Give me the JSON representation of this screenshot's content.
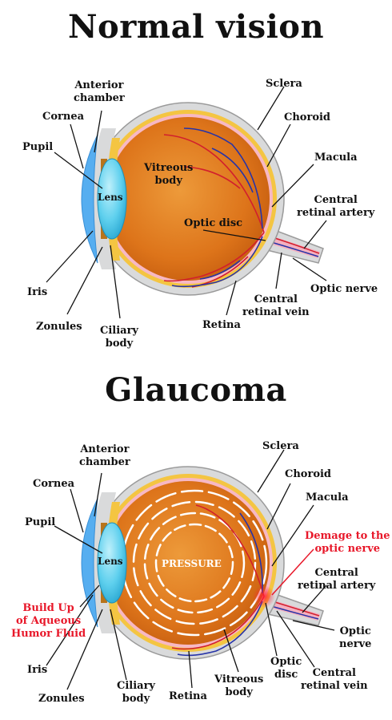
{
  "normal": {
    "title": "Normal vision",
    "labels": {
      "anterior_chamber_1": "Anterior",
      "anterior_chamber_2": "chamber",
      "cornea": "Cornea",
      "pupil": "Pupil",
      "lens": "Lens",
      "iris": "Iris",
      "zonules": "Zonules",
      "ciliary_body_1": "Ciliary",
      "ciliary_body_2": "body",
      "vitreous_body_1": "Vitreous",
      "vitreous_body_2": "body",
      "optic_disc": "Optic disc",
      "sclera": "Sclera",
      "choroid": "Choroid",
      "macula": "Macula",
      "central_retinal_artery_1": "Central",
      "central_retinal_artery_2": "retinal artery",
      "optic_nerve": "Optic nerve",
      "central_retinal_vein_1": "Central",
      "central_retinal_vein_2": "retinal vein",
      "retina": "Retina"
    }
  },
  "glaucoma": {
    "title": "Glaucoma",
    "labels": {
      "anterior_chamber_1": "Anterior",
      "anterior_chamber_2": "chamber",
      "cornea": "Cornea",
      "pupil": "Pupil",
      "lens": "Lens",
      "pressure": "PRESSURE",
      "build_up_1": "Build Up",
      "build_up_2": "of Aqueous",
      "build_up_3": "Humor Fluid",
      "iris": "Iris",
      "zonules": "Zonules",
      "ciliary_body_1": "Ciliary",
      "ciliary_body_2": "body",
      "retina": "Retina",
      "vitreous_body_1": "Vitreous",
      "vitreous_body_2": "body",
      "optic_disc_1": "Optic",
      "optic_disc_2": "disc",
      "central_retinal_vein_1": "Central",
      "central_retinal_vein_2": "retinal vein",
      "sclera": "Sclera",
      "choroid": "Choroid",
      "macula": "Macula",
      "damage_1": "Demage to the",
      "damage_2": "optic nerve",
      "central_retinal_artery_1": "Central",
      "central_retinal_artery_2": "retinal artery",
      "optic_nerve_1": "Optic",
      "optic_nerve_2": "nerve"
    }
  },
  "colors": {
    "sclera": "#d9dadb",
    "choroid": "#f4c542",
    "vitreous": "#e07a1c",
    "retina": "#f7b8c4",
    "lens": "#5fd0ee",
    "cornea": "#56aef0",
    "artery": "#d21f2d",
    "vein": "#2633a8",
    "damage_label": "#e8182a"
  }
}
